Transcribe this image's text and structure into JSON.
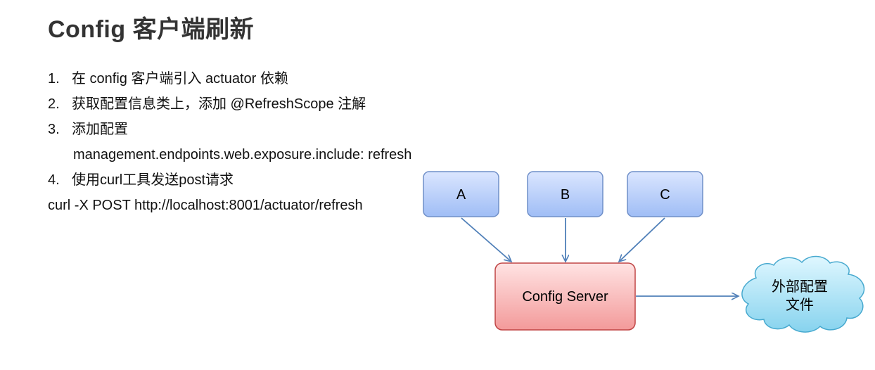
{
  "title": "Config 客户端刷新",
  "steps": [
    {
      "num": "1.",
      "text": "在 config 客户端引入 actuator 依赖"
    },
    {
      "num": "2.",
      "text": "获取配置信息类上，添加 @RefreshScope 注解"
    },
    {
      "num": "3.",
      "text": "添加配置",
      "sub": "management.endpoints.web.exposure.include: refresh"
    },
    {
      "num": "4.",
      "text": "使用curl工具发送post请求"
    }
  ],
  "command": "curl -X POST http://localhost:8001/actuator/refresh",
  "diagram": {
    "clients": [
      "A",
      "B",
      "C"
    ],
    "server": "Config Server",
    "external": {
      "line1": "外部配置",
      "line2": "文件"
    },
    "colors": {
      "client_fill_top": "#dbe6ff",
      "client_fill_bottom": "#9fbdf5",
      "client_stroke": "#6f8fc8",
      "server_fill_top": "#ffe3e3",
      "server_fill_bottom": "#f39a9a",
      "server_stroke": "#c04545",
      "cloud_fill_top": "#dff7ff",
      "cloud_fill_bottom": "#87d3ee",
      "cloud_stroke": "#47a9cf",
      "arrow": "#4f7fb8"
    }
  }
}
